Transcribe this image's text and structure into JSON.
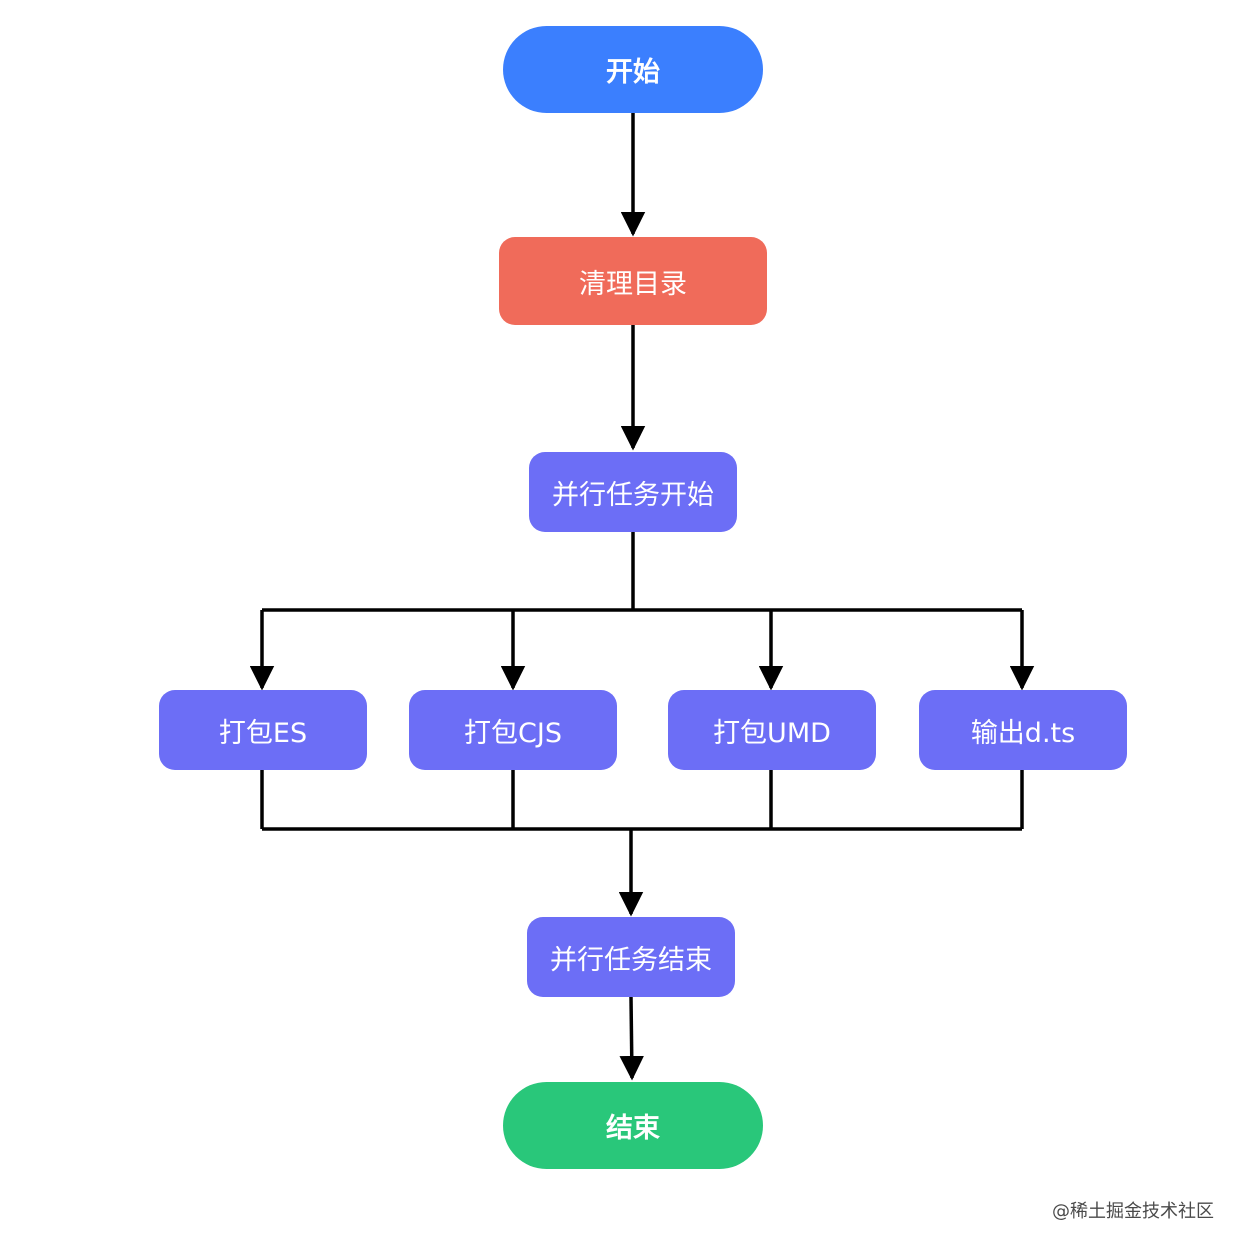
{
  "colors": {
    "start": "#3b7ffe",
    "clean": "#f06b5a",
    "parallel": "#6c6ef6",
    "end": "#29c77a",
    "connector": "#000000"
  },
  "nodes": {
    "start": "开始",
    "clean": "清理目录",
    "parallel_start": "并行任务开始",
    "build_es": "打包ES",
    "build_cjs": "打包CJS",
    "build_umd": "打包UMD",
    "emit_dts": "输出d.ts",
    "parallel_end": "并行任务结束",
    "end": "结束"
  },
  "watermark": "@稀土掘金技术社区"
}
